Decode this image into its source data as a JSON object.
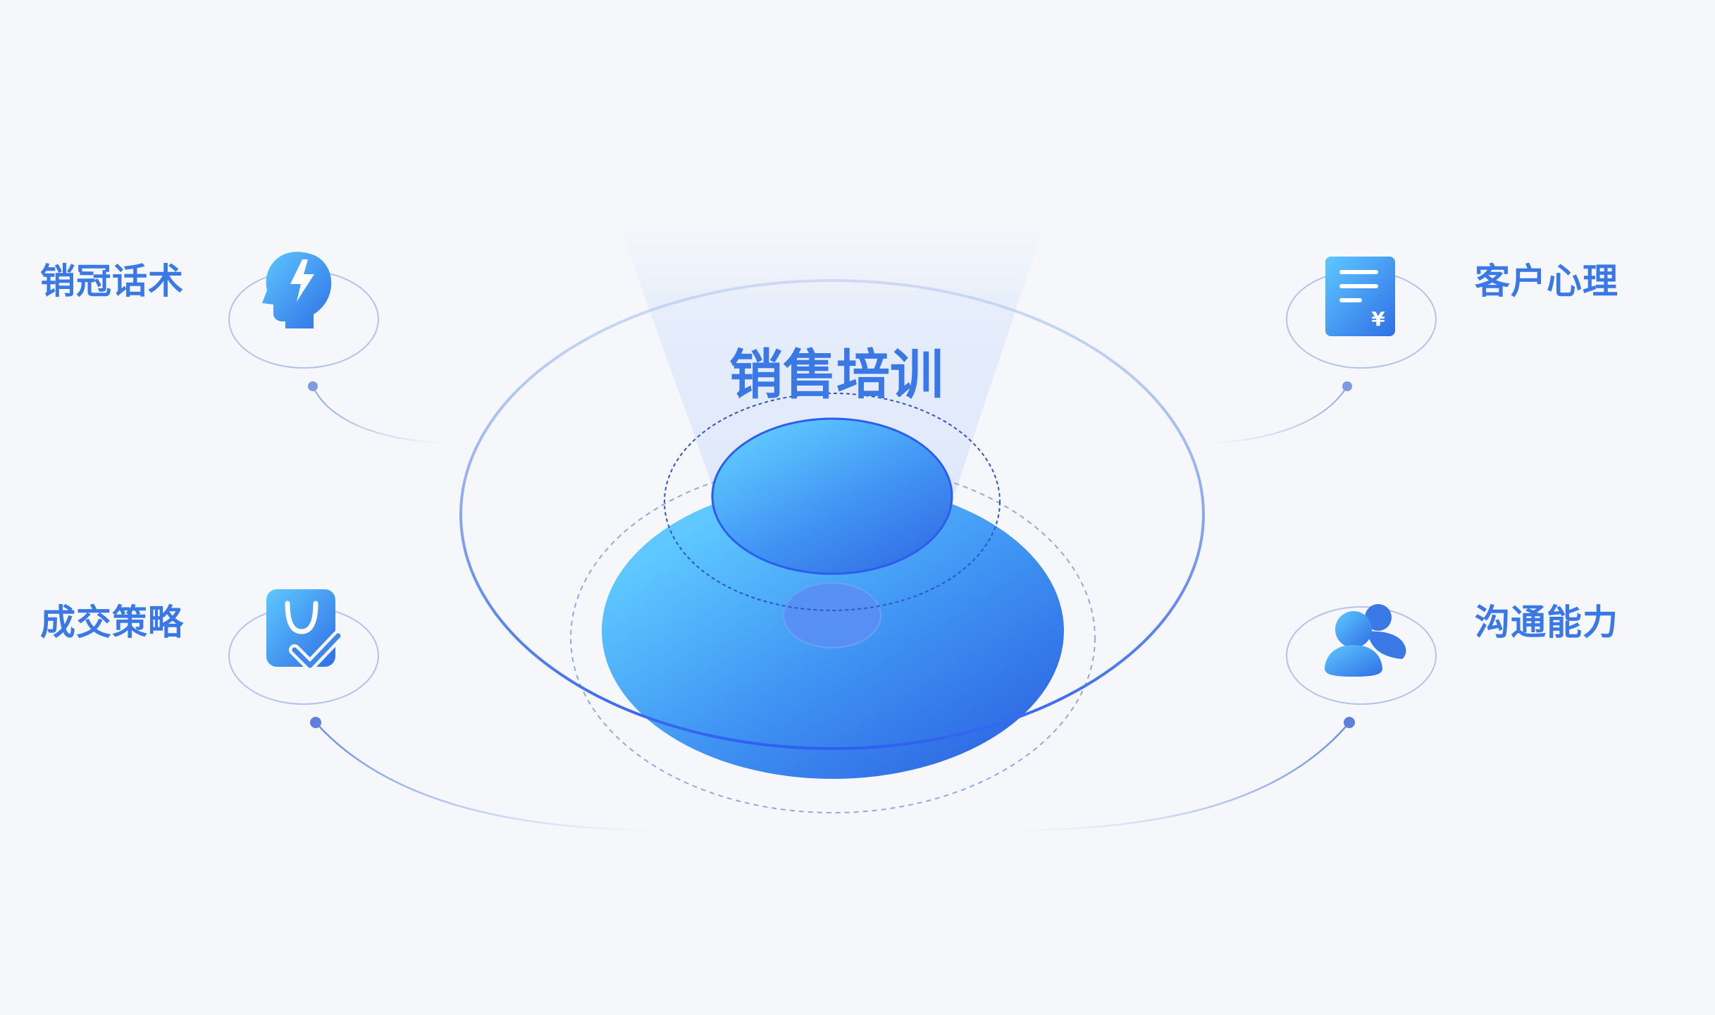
{
  "center": {
    "title": "销售培训"
  },
  "topics": [
    {
      "label": "销冠话术",
      "icon": "lightning-head-icon",
      "side": "left",
      "row": "top"
    },
    {
      "label": "成交策略",
      "icon": "shopping-bag-check-icon",
      "side": "left",
      "row": "bottom"
    },
    {
      "label": "客户心理",
      "icon": "receipt-yuan-icon",
      "side": "right",
      "row": "top"
    },
    {
      "label": "沟通能力",
      "icon": "users-icon",
      "side": "right",
      "row": "bottom"
    }
  ],
  "colors": {
    "background": "#f5f7fa",
    "text": "#3a78e6",
    "accent_light": "#5bc6ff",
    "accent_dark": "#2f6fe6"
  }
}
